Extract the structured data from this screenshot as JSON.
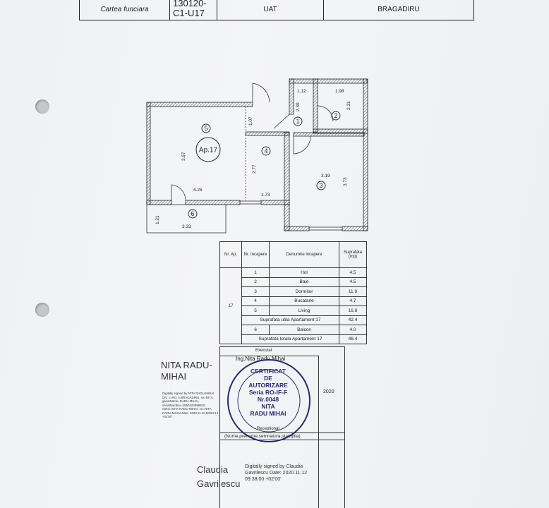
{
  "header": {
    "land_book_label": "Cartea funciara",
    "cadastral_number_line1": "130120-",
    "cadastral_number_line2": "C1-U17",
    "uat_label": "UAT",
    "uat_value": "BRAGADIRU"
  },
  "plan": {
    "apartment_label": "Ap.17",
    "room_numbers": [
      "1",
      "2",
      "3",
      "4",
      "5",
      "6"
    ],
    "dimensions": {
      "hol_width": "1.12",
      "hol_height": "2.30",
      "baie_width": "1.98",
      "baie_height": "2.31",
      "door_width": "1.07",
      "living_height": "3.97",
      "bucatarie_height": "2.77",
      "living_width": "4.25",
      "bucatarie_width": "1.73",
      "dormitor_width": "3.19",
      "dormitor_height": "3.73",
      "balcon_height": "1.21",
      "balcon_width": "3.33"
    }
  },
  "surface_table": {
    "headers": {
      "apartment_no": "Nr. Ap.",
      "room_no": "Nr. Incapere",
      "room_name": "Denumire incapere",
      "surface": "Suprafata (mp)"
    },
    "apartment_number": "17",
    "rooms": [
      {
        "no": "1",
        "name": "Hol",
        "area": "4.5"
      },
      {
        "no": "2",
        "name": "Baie",
        "area": "4.5"
      },
      {
        "no": "3",
        "name": "Dormitor",
        "area": "11.9"
      },
      {
        "no": "4",
        "name": "Bucatarie",
        "area": "4.7"
      },
      {
        "no": "5",
        "name": "Living",
        "area": "16.8"
      }
    ],
    "useful_area_label": "Suprafata utila Apartament 17",
    "useful_area_value": "42.4",
    "balcony": {
      "no": "6",
      "name": "Balcon",
      "area": "4.0"
    },
    "total_area_label": "Suprafata totala Apartament 17",
    "total_area_value": "46.4"
  },
  "signature_block": {
    "executed_label": "Executat",
    "engineer": "Ing.Nita Radu Mihai",
    "year": "2020",
    "received_label": "Receptionat",
    "name_label": "(Nume,prenume,semnatura,stampila)"
  },
  "stamp": {
    "line1": "CERTIFICAT",
    "line2": "DE",
    "line3": "AUTORIZARE",
    "line4": "Seria RO-IF-F",
    "line5": "Nr.0048",
    "line6": "NITA",
    "line7": "RADU MIHAI"
  },
  "digital_signature_1": {
    "name": "NITA RADU-MIHAI",
    "details": "Digitally signed by NITA RADU-MIHAI DN: c=RO, l=BRAGADIRU, sn=NITA, givenName=RADU-MIHAI, serialNumber=2950424098620, name=NITA RADU-MIHAI, cn=NITA RADU-MIHAI Date: 2020.11.10 08:54:14 +02'00'"
  },
  "digital_signature_2": {
    "name": "Claudia Gavrilescu",
    "details": "Digitally signed by Claudia Gavrilescu Date: 2020.11.12 09:38:00 +02'00'"
  },
  "colors": {
    "ink": "#222222",
    "stamp_ink": "#2b2b6b",
    "hatch": "#555555"
  }
}
